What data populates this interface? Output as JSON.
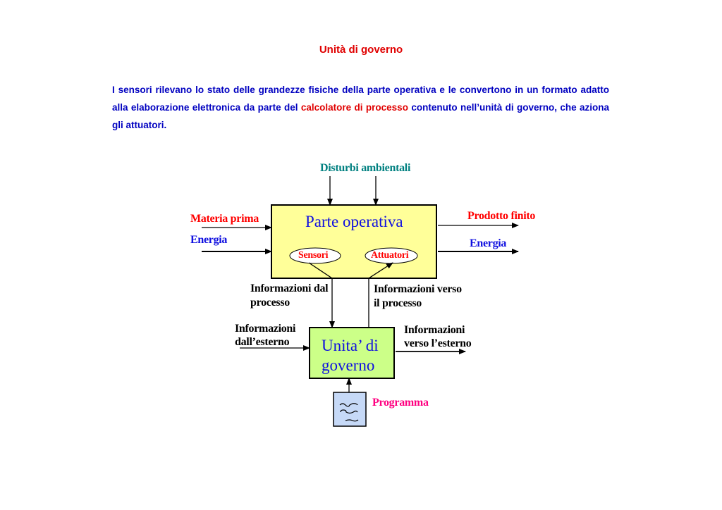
{
  "title": "Unità di governo",
  "paragraph": {
    "part1": "I sensori rilevano lo stato delle grandezze fisiche della parte operativa e le convertono in un formato adatto alla elaborazione elettronica da parte del ",
    "highlight": "calcolatore di processo",
    "part2": " contenuto nell’unità di governo, che aziona gli attuatori."
  },
  "diagram": {
    "disturbances": "Disturbi ambientali",
    "operative_part": "Parte operativa",
    "sensors": "Sensori",
    "actuators": "Attuatori",
    "input_material": "Materia prima",
    "input_energy": "Energia",
    "output_product": "Prodotto finito",
    "output_energy": "Energia",
    "info_from_process": [
      "Informazioni dal",
      "processo"
    ],
    "info_to_process": [
      "Informazioni verso",
      "il processo"
    ],
    "info_from_outside": [
      "Informazioni",
      "dall’esterno"
    ],
    "info_to_outside": [
      "Informazioni",
      "verso l’esterno"
    ],
    "control_unit": [
      "Unita’ di",
      "governo"
    ],
    "program": "Programma"
  },
  "colors": {
    "red": "#ff0000",
    "blue": "#1010e0",
    "teal": "#008080",
    "pink": "#ff0080",
    "yellow": "#ffff99",
    "green": "#ccff88",
    "program_box": "#c6d9f7"
  }
}
